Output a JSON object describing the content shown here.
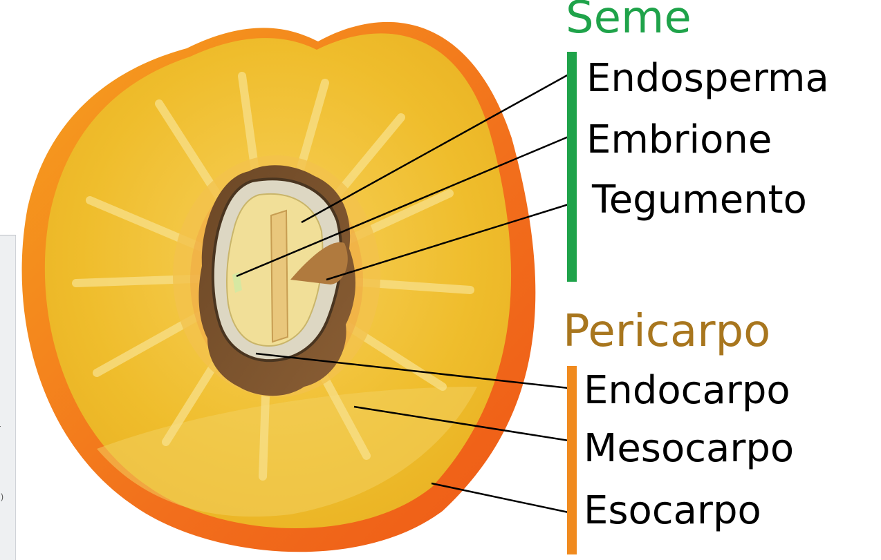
{
  "colors": {
    "seed_group": "#1fa34a",
    "pericarp_group": "#f08a1e",
    "pericarp_heading": "#a8761e",
    "flesh": "#f0c232",
    "flesh_light": "#f5d66a",
    "skin": "#f2641e",
    "pit": "#6e4a26",
    "seed_coat": "#dcd6c4",
    "endosperm": "#f0df96",
    "embryo": "#e7c77e"
  },
  "side_panel": {
    "marks": [
      "r",
      "))"
    ]
  },
  "diagram": {
    "groups": [
      {
        "heading": "Seme",
        "labels": [
          "Endosperma",
          "Embrione",
          "Tegumento"
        ]
      },
      {
        "heading": "Pericarpo",
        "labels": [
          "Endocarpo",
          "Mesocarpo",
          "Esocarpo"
        ]
      }
    ]
  }
}
